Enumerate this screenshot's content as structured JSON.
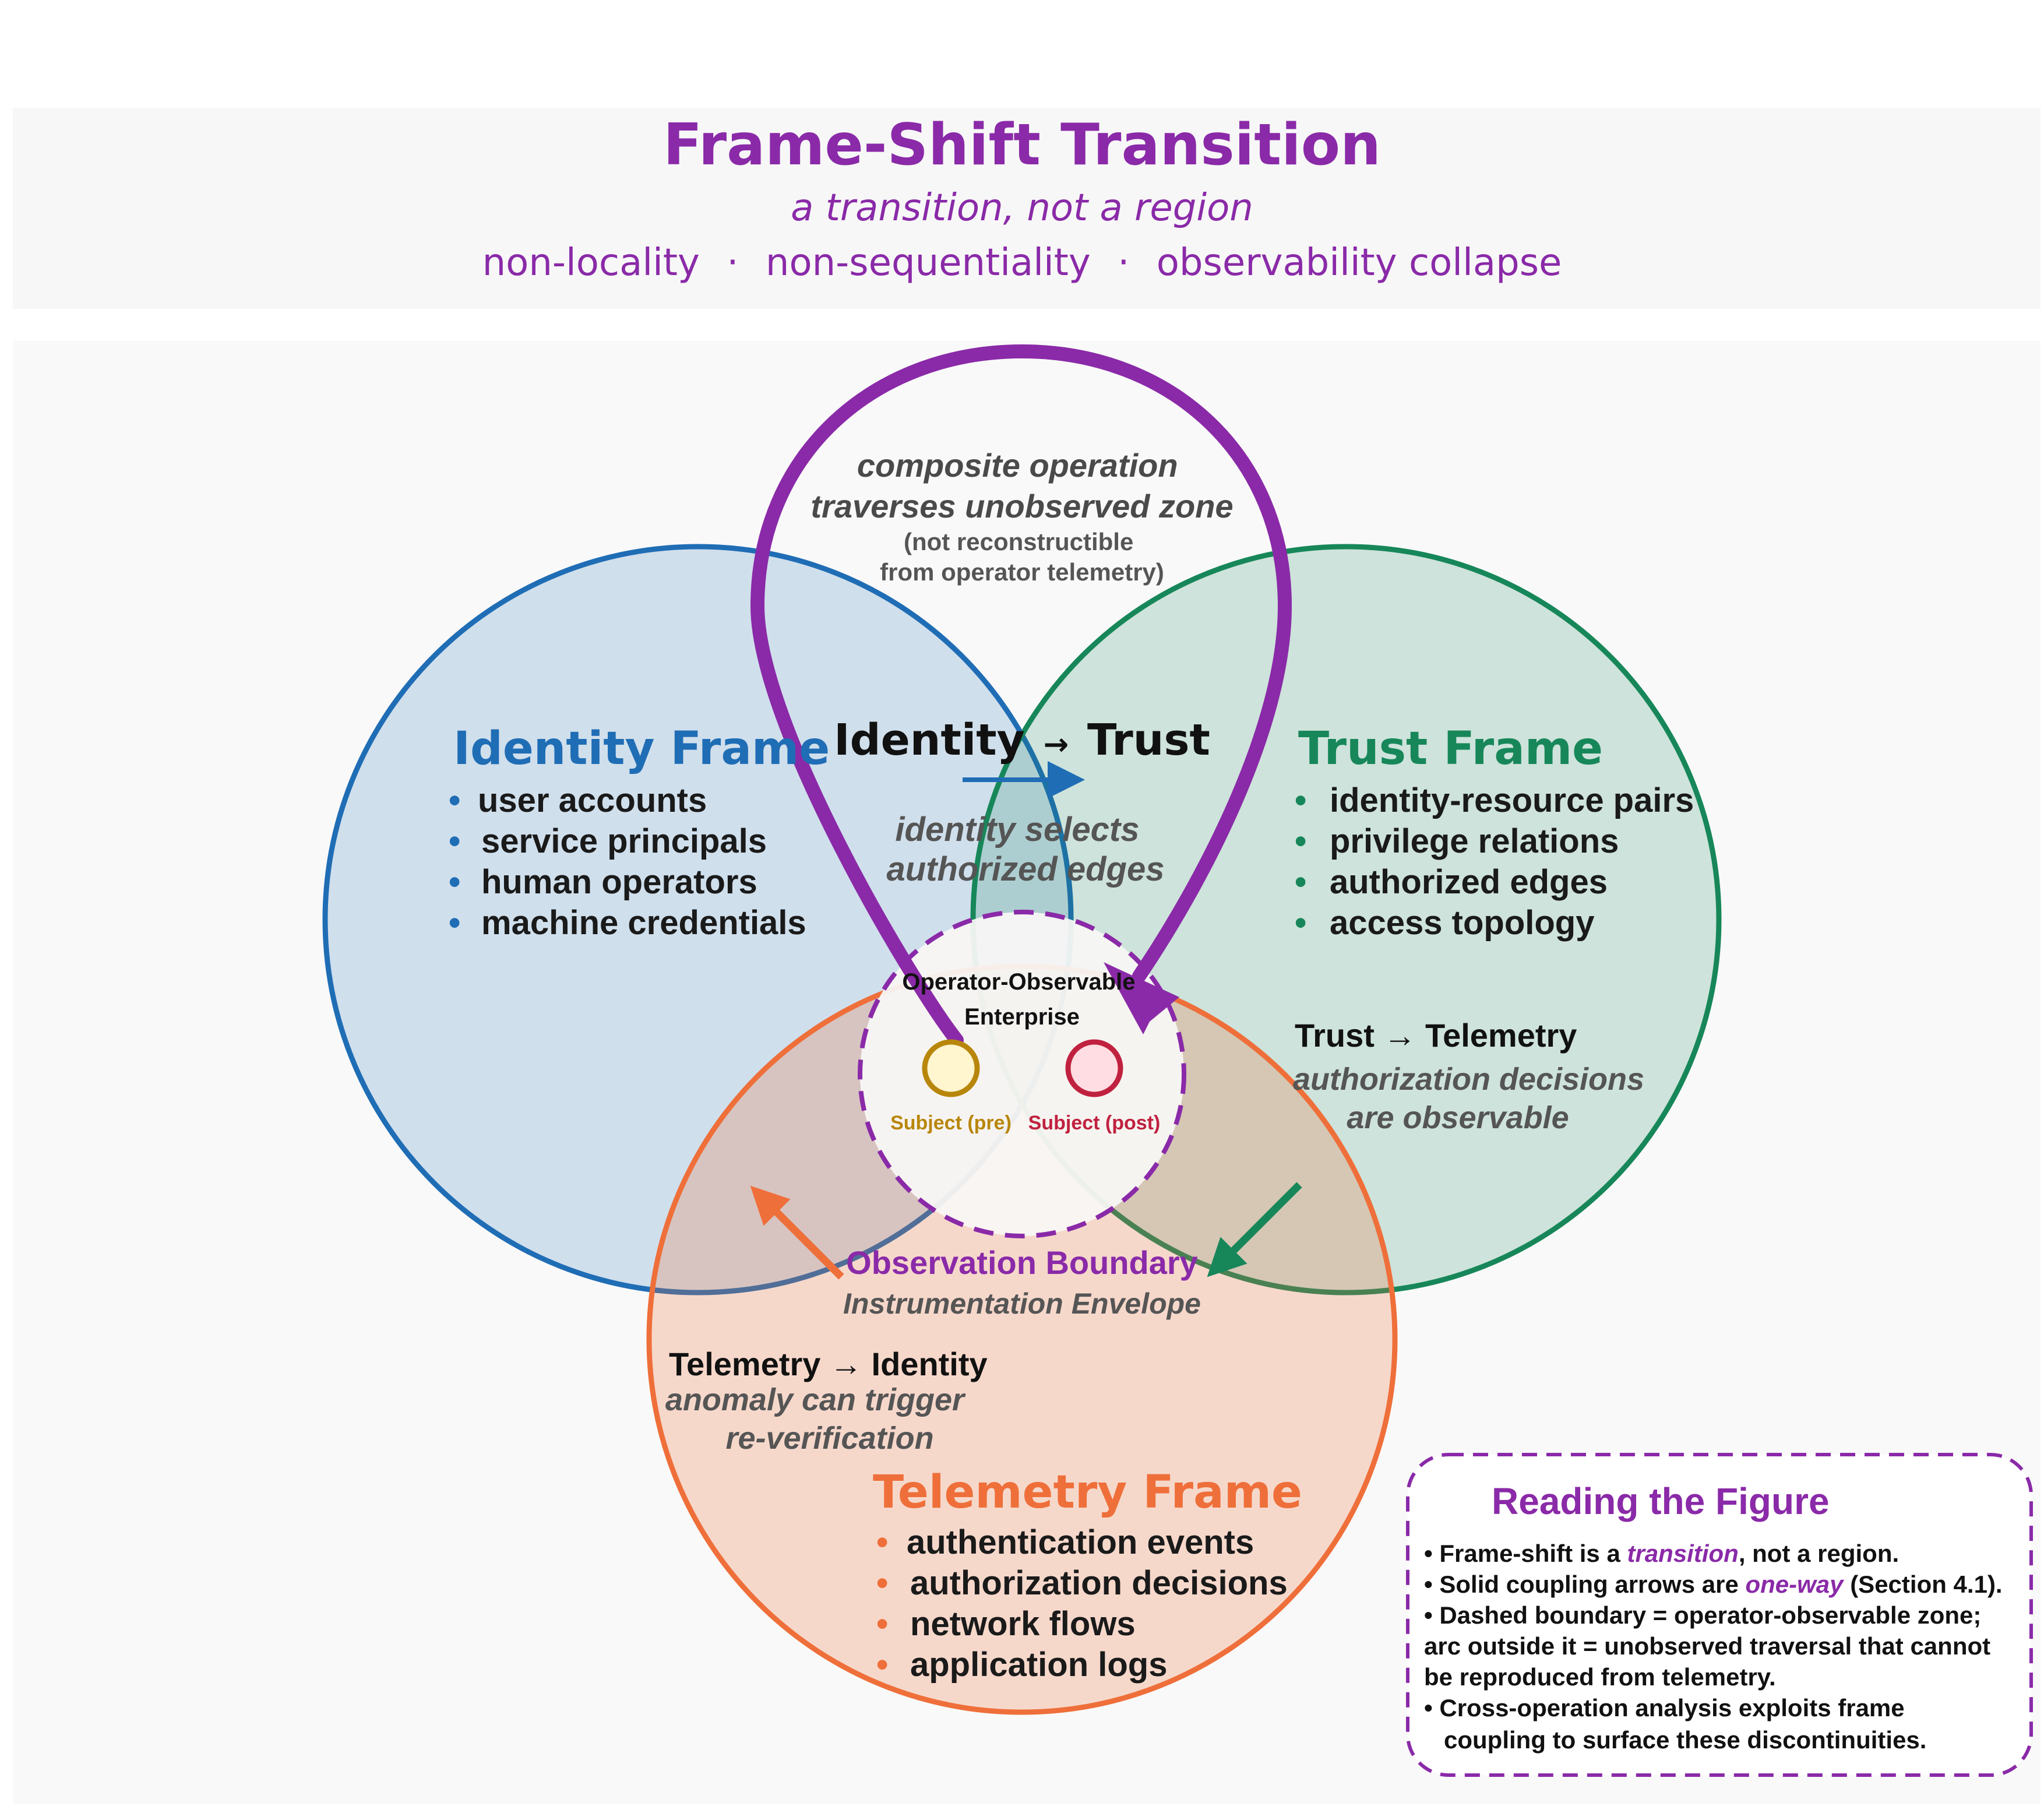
{
  "header": {
    "title": "Frame-Shift Transition",
    "subtitle": "a transition, not a region",
    "keywords": [
      "non-locality",
      "non-sequentiality",
      "observability collapse"
    ],
    "separator": "·"
  },
  "colors": {
    "identity": "#1f6db5",
    "trust": "#17875a",
    "telemetry": "#ef6f3a",
    "accent": "#8a2aa8",
    "subject_pre": "#b8860b",
    "subject_post": "#c0213f"
  },
  "frames": {
    "identity": {
      "title": "Identity Frame",
      "items": [
        "user accounts",
        "service principals",
        "human operators",
        "machine credentials"
      ]
    },
    "trust": {
      "title": "Trust Frame",
      "items": [
        "identity-resource pairs",
        "privilege relations",
        "authorized edges",
        "access topology"
      ]
    },
    "telemetry": {
      "title": "Telemetry Frame",
      "items": [
        "authentication events",
        "authorization decisions",
        "network flows",
        "application logs"
      ]
    }
  },
  "bullet": "•",
  "couplings": {
    "identity_trust": {
      "from": "Identity",
      "to": "Trust",
      "arrow": "→",
      "note": [
        "identity selects",
        "authorized edges"
      ]
    },
    "trust_telemetry": {
      "label": "Trust → Telemetry",
      "note": [
        "authorization decisions",
        "are observable"
      ]
    },
    "telemetry_identity": {
      "label": "Telemetry → Identity",
      "note": [
        "anomaly can trigger",
        "re-verification"
      ]
    }
  },
  "arc": {
    "note": [
      "composite operation",
      "traverses unobserved zone"
    ],
    "sub": [
      "(not reconstructible",
      "from operator telemetry)"
    ]
  },
  "core": {
    "label": [
      "Operator-Observable",
      "Enterprise"
    ],
    "subject_pre": "Subject (pre)",
    "subject_post": "Subject (post)"
  },
  "boundary": {
    "title": "Observation Boundary",
    "subtitle": "Instrumentation Envelope"
  },
  "legend": {
    "title": "Reading the Figure",
    "line1": {
      "a": "• Frame-shift is a ",
      "em": "transition",
      "b": ", not a region."
    },
    "line2": {
      "a": "• Solid coupling arrows are ",
      "em": "one-way",
      "b": " (Section 4.1)."
    },
    "line3": "• Dashed boundary = operator-observable zone;",
    "line4": "arc outside it = unobserved traversal that cannot",
    "line5": "be reproduced from telemetry.",
    "line6": "• Cross-operation analysis exploits frame",
    "line7": "coupling to surface these discontinuities."
  }
}
